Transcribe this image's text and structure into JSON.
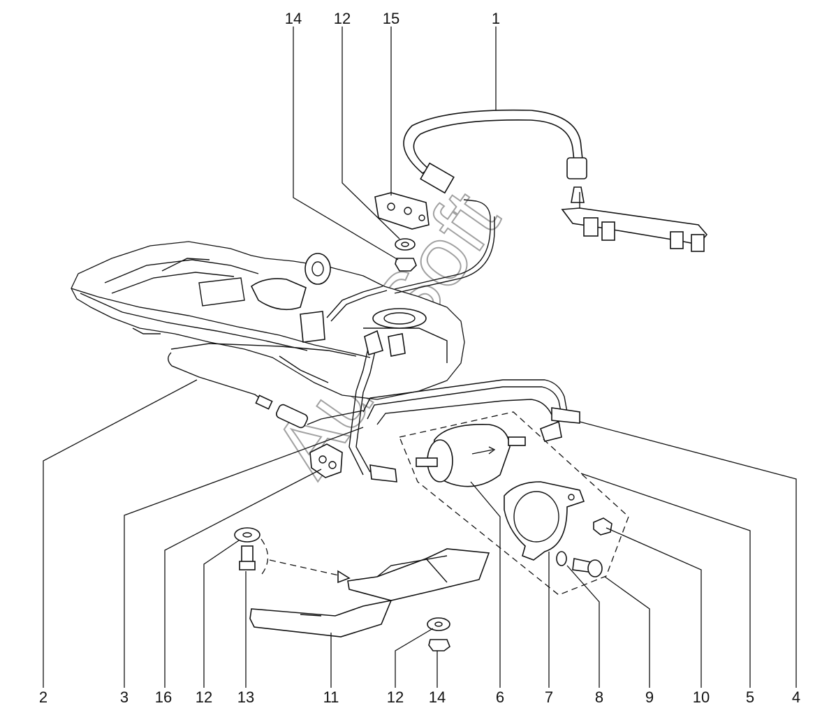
{
  "watermark": "AutoSoft",
  "callouts_top": [
    "14",
    "12",
    "15",
    "1"
  ],
  "callouts_bottom": [
    "2",
    "3",
    "16",
    "12",
    "13",
    "11",
    "12",
    "14",
    "6",
    "7",
    "8",
    "9",
    "10",
    "5",
    "4"
  ]
}
